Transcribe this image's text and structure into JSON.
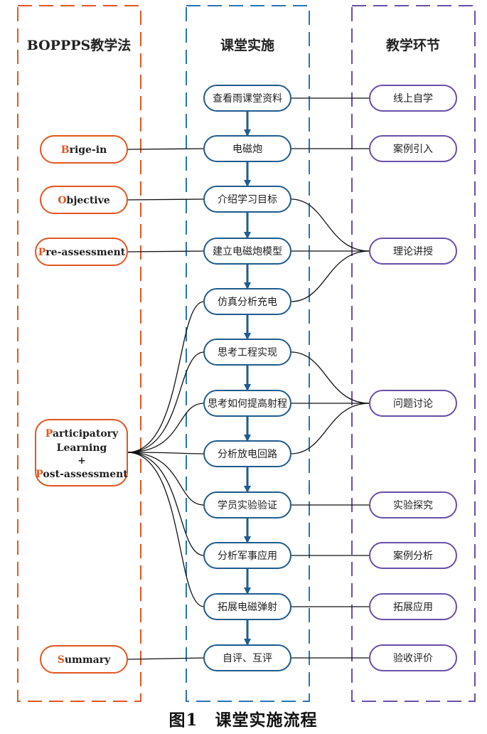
{
  "headers": {
    "left": "BOPPPS教学法",
    "middle": "课堂实施",
    "right": "教学环节"
  },
  "center_steps": [
    "查看雨课堂资料",
    "电磁炮",
    "介绍学习目标",
    "建立电磁炮模型",
    "仿真分析充电",
    "思考工程实现",
    "思考如何提高射程",
    "分析放电回路",
    "学员实验验证",
    "分析军事应用",
    "拓展电磁弹射",
    "自评、互评"
  ],
  "boppps_stages": [
    {
      "initial": "B",
      "rest": "rige-in"
    },
    {
      "initial": "O",
      "rest": "bjective"
    },
    {
      "initial": "P",
      "rest": "re-assessment"
    },
    {
      "line1_initial": "P",
      "line1_rest": "articipatory",
      "line2": "Learning",
      "line3": "+",
      "line4_initial": "P",
      "line4_rest": "ost-assessment"
    },
    {
      "initial": "S",
      "rest": "ummary"
    }
  ],
  "teaching_phases": [
    "线上自学",
    "案例引入",
    "理论讲授",
    "问题讨论",
    "实验探究",
    "案例分析",
    "拓展应用",
    "验收评价"
  ],
  "caption": "图1　课堂实施流程",
  "colors": {
    "left_accent": "#e2561f",
    "middle_accent": "#2874b5",
    "right_accent": "#6a4fa8",
    "center_node_border": "#1f5c8e"
  }
}
